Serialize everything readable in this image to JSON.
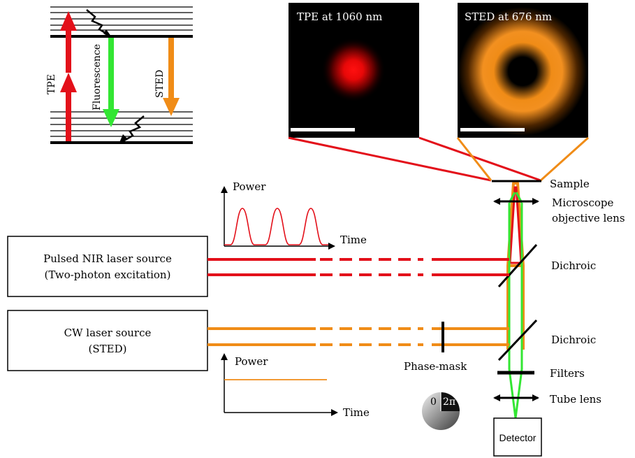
{
  "colors": {
    "red": "#e3101a",
    "orange": "#f08c17",
    "green": "#33e633",
    "black": "#000000"
  },
  "energy_diagram": {
    "tpe_label": "TPE",
    "fluorescence_label": "Fluorescence",
    "sted_label": "STED"
  },
  "psf_images": {
    "tpe": {
      "label": "TPE at 1060 nm"
    },
    "sted": {
      "label": "STED at 676 nm"
    }
  },
  "lasers": {
    "pulsed": {
      "line1": "Pulsed NIR laser source",
      "line2": "(Two-photon excitation)"
    },
    "cw": {
      "line1": "CW laser source",
      "line2": "(STED)"
    }
  },
  "plots": {
    "pulsed": {
      "ylabel": "Power",
      "xlabel": "Time"
    },
    "cw": {
      "ylabel": "Power",
      "xlabel": "Time"
    }
  },
  "components": {
    "sample": "Sample",
    "objective_line1": "Microscope",
    "objective_line2": "objective lens",
    "dichroic1": "Dichroic",
    "dichroic2": "Dichroic",
    "phase_mask": "Phase-mask",
    "filters": "Filters",
    "tube_lens": "Tube lens",
    "detector": "Detector"
  },
  "phase_legend": {
    "start": "0",
    "end": "2π"
  }
}
